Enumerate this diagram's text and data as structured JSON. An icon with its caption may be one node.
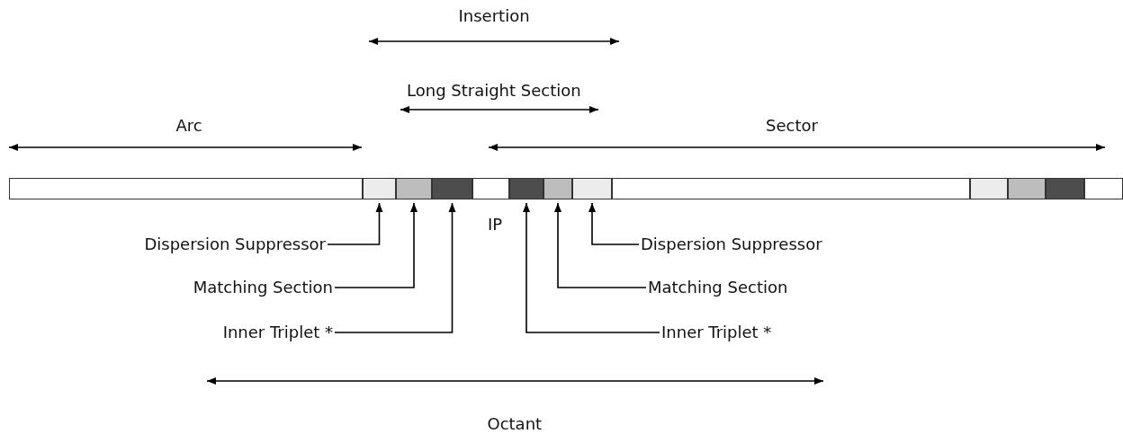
{
  "diagram": {
    "nodes": [
      {
        "text": [],
        "shape": "box"
      },
      {
        "text": [],
        "shape": "box"
      },
      {
        "text": [],
        "shape": "box"
      },
      {
        "text": [],
        "shape": "box"
      },
      {
        "text": [],
        "shape": "box"
      },
      {
        "text": [],
        "shape": "box"
      },
      {
        "text": [],
        "shape": "box"
      },
      {
        "text": [],
        "shape": "box"
      },
      {
        "text": [],
        "shape": "box"
      },
      {
        "text": [],
        "shape": "box"
      },
      {
        "text": [],
        "shape": "box"
      },
      {
        "text": [],
        "shape": "box"
      },
      {
        "text": [],
        "shape": "box"
      },
      {
        "text": [
          "Dispersion Suppressor"
        ]
      },
      {
        "text": [
          "Dispersion Suppressor"
        ]
      },
      {
        "text": [
          "Matching Section"
        ]
      },
      {
        "text": [
          "Matching Section"
        ]
      },
      {
        "text": [
          "Inner Triplet *"
        ]
      },
      {
        "text": [
          "Inner Triplet *"
        ]
      }
    ],
    "edges": [
      {
        "from": 13,
        "to": 1,
        "arrow": "to"
      },
      {
        "from": 14,
        "to": 7,
        "arrow": "to"
      },
      {
        "from": 15,
        "to": 2,
        "arrow": "to"
      },
      {
        "from": 16,
        "to": 6,
        "arrow": "to"
      },
      {
        "from": 17,
        "to": 3,
        "arrow": "to"
      },
      {
        "from": 18,
        "to": 5,
        "arrow": "to"
      }
    ],
    "labels": [
      "Insertion",
      "Long Straight Section",
      "Arc",
      "Sector",
      "IP",
      "Octant"
    ]
  }
}
